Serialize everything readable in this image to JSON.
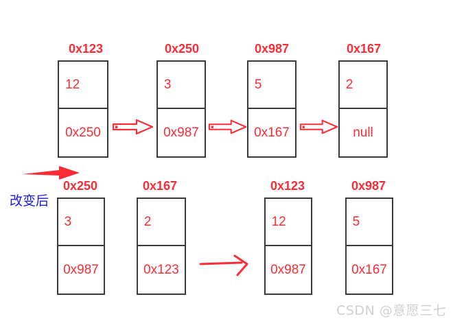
{
  "diagram": {
    "title": "linked-list-pointer-reassignment",
    "colors": {
      "node_text": "#fb2c36",
      "address_label": "#fb2c36",
      "node_border": "#3a3a3a",
      "annotation": "#1a1ae6",
      "arrow": "#fb2c36",
      "watermark": "#d0d0d0",
      "background": "#ffffff"
    },
    "rows": [
      {
        "id": "before-row",
        "nodes": [
          {
            "address": "0x123",
            "value": "12",
            "next": "0x250"
          },
          {
            "address": "0x250",
            "value": "3",
            "next": "0x987"
          },
          {
            "address": "0x987",
            "value": "5",
            "next": "0x167"
          },
          {
            "address": "0x167",
            "value": "2",
            "next": "null"
          }
        ],
        "arrows": [
          "hollow-arrow-right",
          "hollow-arrow-right",
          "hollow-arrow-right"
        ]
      },
      {
        "id": "after-row",
        "nodes": [
          {
            "address": "0x250",
            "value": "3",
            "next": "0x987"
          },
          {
            "address": "0x167",
            "value": "2",
            "next": "0x123"
          },
          {
            "address": "0x123",
            "value": "12",
            "next": "0x987"
          },
          {
            "address": "0x987",
            "value": "5",
            "next": "0x167"
          }
        ],
        "arrows": [
          "line-arrow-right"
        ]
      }
    ],
    "annotations": [
      {
        "id": "after-change-label",
        "text": "改变后"
      }
    ],
    "pointer_arrow": {
      "id": "bold-red-arrow",
      "direction": "right"
    }
  },
  "watermark": {
    "text": "CSDN @意愿三七"
  }
}
